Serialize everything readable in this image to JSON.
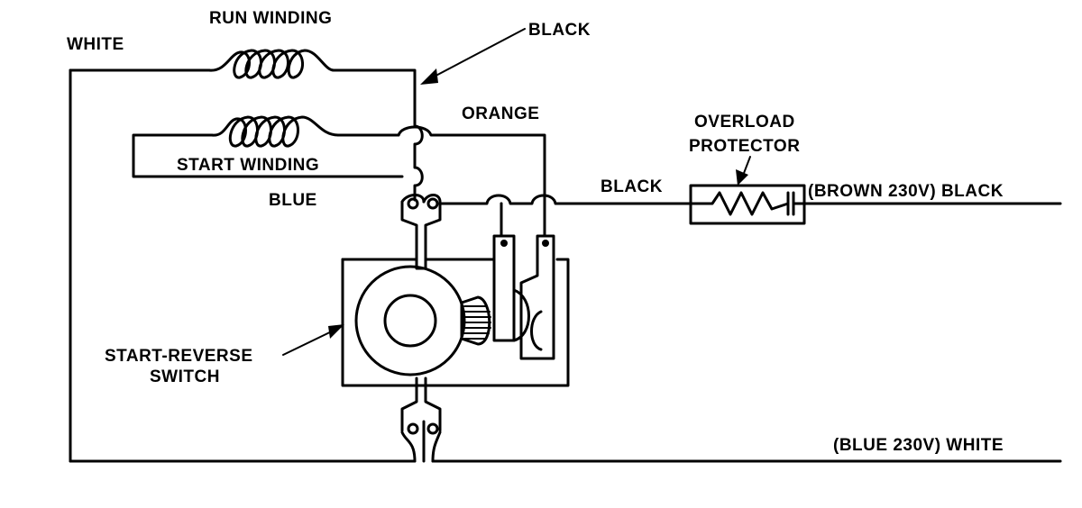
{
  "labels": {
    "run_winding": "RUN WINDING",
    "white_left": "WHITE",
    "black_top": "BLACK",
    "orange": "ORANGE",
    "start_winding": "START WINDING",
    "blue": "BLUE",
    "overload_line1": "OVERLOAD",
    "overload_line2": "PROTECTOR",
    "black_mid": "BLACK",
    "brown_black": "(BROWN 230V) BLACK",
    "switch_line1": "START-REVERSE",
    "switch_line2": "SWITCH",
    "blue_white": "(BLUE 230V) WHITE"
  }
}
